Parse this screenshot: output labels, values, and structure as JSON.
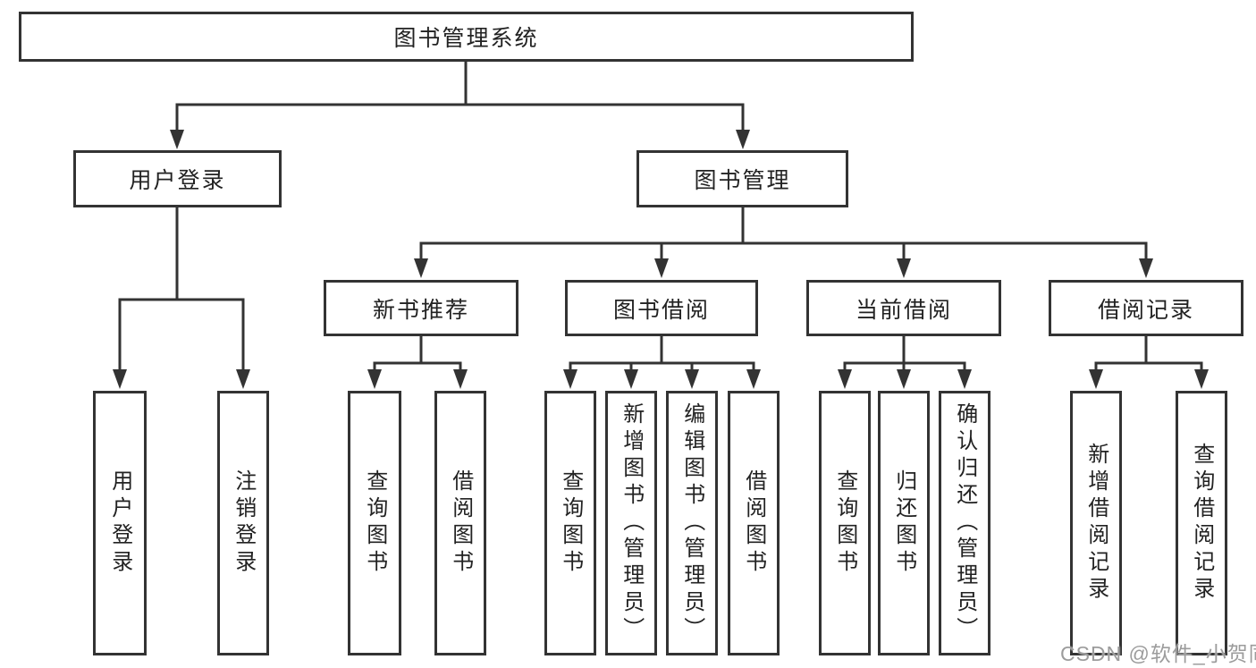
{
  "diagram": {
    "root": {
      "label": "图书管理系统"
    },
    "level2": [
      {
        "label": "用户登录"
      },
      {
        "label": "图书管理"
      }
    ],
    "level3": [
      {
        "label": "新书推荐"
      },
      {
        "label": "图书借阅"
      },
      {
        "label": "当前借阅"
      },
      {
        "label": "借阅记录"
      }
    ],
    "leaves": {
      "user_login": [
        "用户登录",
        "注销登录"
      ],
      "new_books": [
        "查询图书",
        "借阅图书"
      ],
      "book_borrow": [
        "查询图书",
        "新增图书（管理员）",
        "编辑图书（管理员）",
        "借阅图书"
      ],
      "current_borrow": [
        "查询图书",
        "归还图书",
        "确认归还（管理员）"
      ],
      "borrow_records": [
        "新增借阅记录",
        "查询借阅记录"
      ]
    }
  },
  "watermark": {
    "text": "CSDN @软件_小贺同学"
  },
  "colors": {
    "line": "#333333",
    "border": "#333333",
    "text": "#222222",
    "watermark": "#9c9c9c",
    "background": "#ffffff"
  }
}
